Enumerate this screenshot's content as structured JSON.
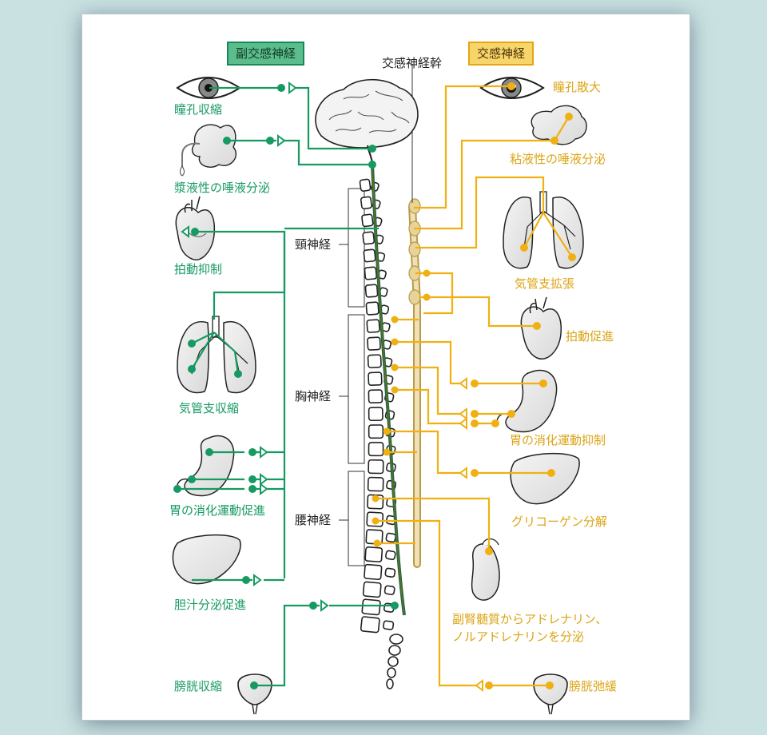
{
  "colors": {
    "parasympathetic": "#169a62",
    "sympathetic": "#f0b012",
    "background": "#c9e1e1"
  },
  "headers": {
    "parasympathetic": "副交感神経",
    "sympathetic": "交感神経",
    "trunk": "交感神経幹"
  },
  "spine": {
    "cervical": "頸神経",
    "thoracic": "胸神経",
    "lumbar": "腰神経"
  },
  "parasympathetic_effects": {
    "pupil": "瞳孔収縮",
    "saliva": "漿液性の唾液分泌",
    "heart": "拍動抑制",
    "bronchi": "気管支収縮",
    "stomach": "胃の消化運動促進",
    "liver": "胆汁分泌促進",
    "bladder": "膀胱収縮"
  },
  "sympathetic_effects": {
    "pupil": "瞳孔散大",
    "saliva": "粘液性の唾液分泌",
    "bronchi": "気管支拡張",
    "heart": "拍動促進",
    "stomach": "胃の消化運動抑制",
    "liver": "グリコーゲン分解",
    "adrenal_line1": "副腎髄質からアドレナリン、",
    "adrenal_line2": "ノルアドレナリンを分泌",
    "bladder": "膀胱弛緩"
  },
  "icons": [
    "eye-icon",
    "salivary-gland-icon",
    "heart-icon",
    "lungs-icon",
    "stomach-icon",
    "liver-icon",
    "bladder-icon",
    "brain-icon",
    "spine-icon",
    "adrenal-gland-icon"
  ]
}
